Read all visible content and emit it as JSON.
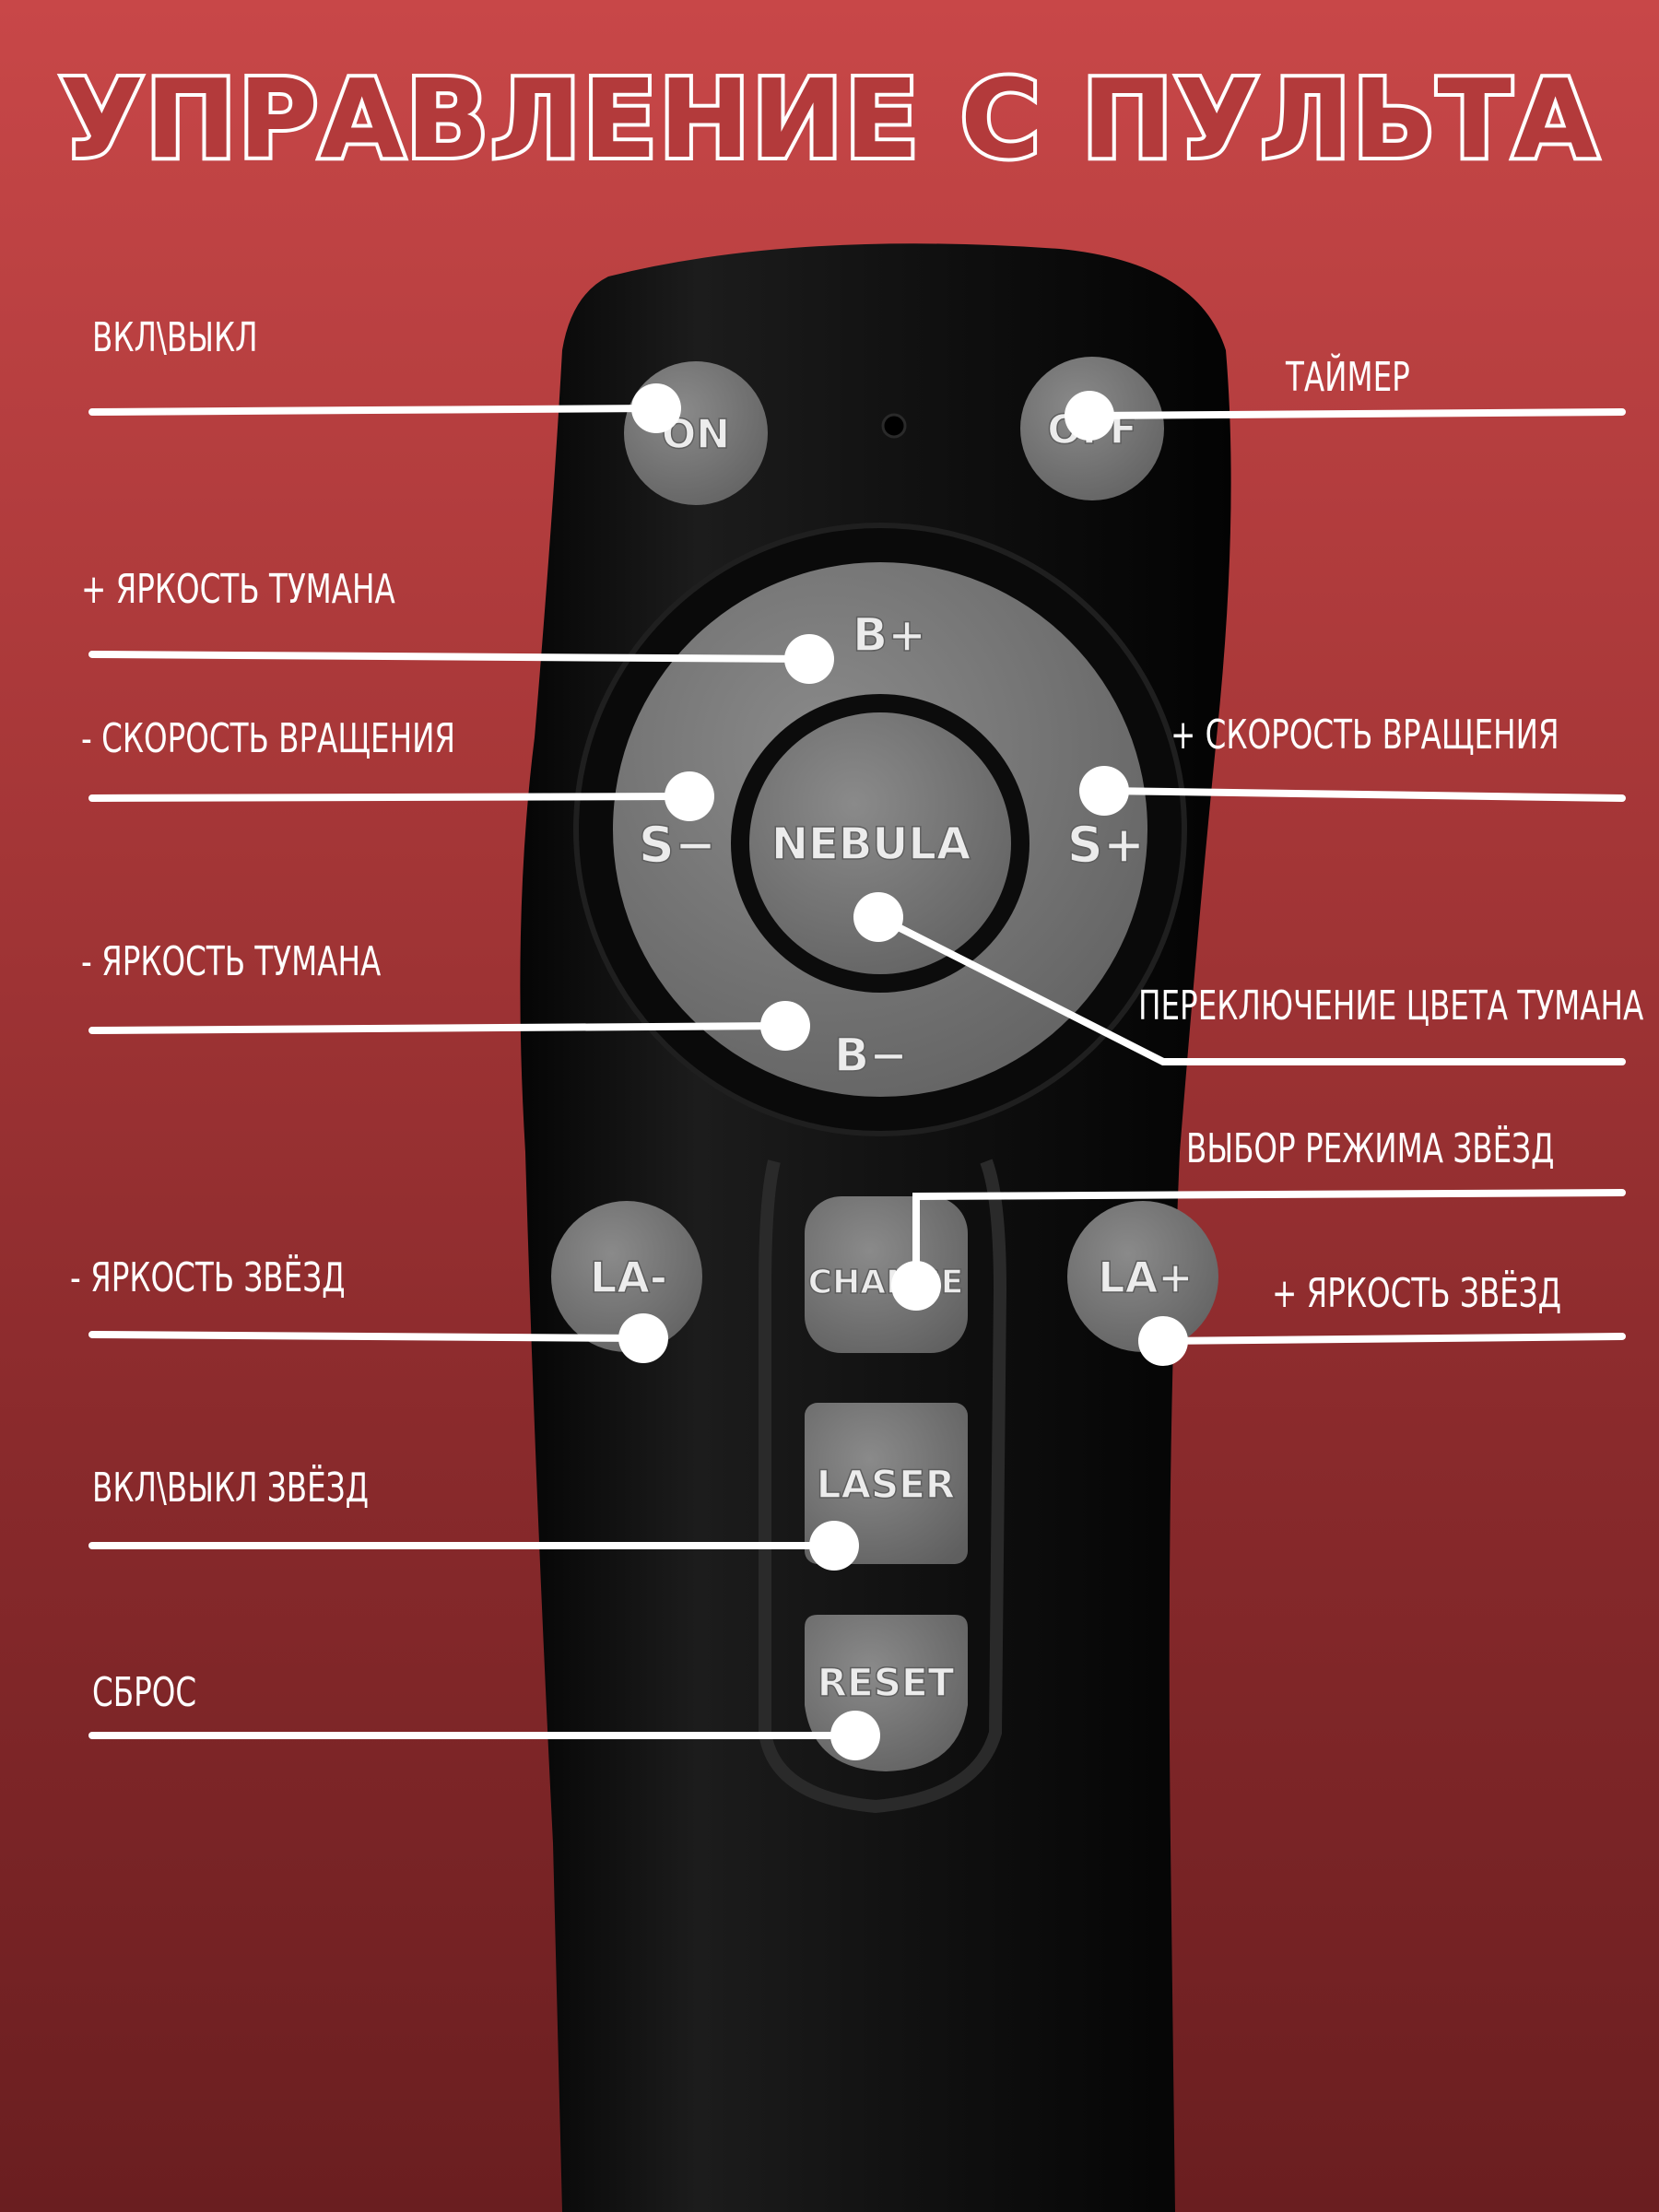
{
  "title": "УПРАВЛЕНИЕ С ПУЛЬТА",
  "remote": {
    "buttons": {
      "on": "ON",
      "off": "OFF",
      "b_plus": "B+",
      "b_minus": "B−",
      "s_minus": "S−",
      "s_plus": "S+",
      "nebula": "NEBULA",
      "la_minus": "LA-",
      "la_plus": "LA+",
      "change": "CHANGE",
      "laser": "LASER",
      "reset": "RESET"
    }
  },
  "labels": {
    "power": "ВКЛ\\ВЫКЛ",
    "timer": "ТАЙМЕР",
    "nebula_brightness_up": "+ ЯРКОСТЬ ТУМАНА",
    "rotation_speed_down": "- СКОРОСТЬ ВРАЩЕНИЯ",
    "rotation_speed_up": "+ СКОРОСТЬ ВРАЩЕНИЯ",
    "nebula_brightness_down": "- ЯРКОСТЬ ТУМАНА",
    "nebula_color_switch": "ПЕРЕКЛЮЧЕНИЕ ЦВЕТА ТУМАНА",
    "star_mode_select": "ВЫБОР РЕЖИМА ЗВЁЗД",
    "star_brightness_down": "- ЯРКОСТЬ ЗВЁЗД",
    "star_brightness_up": "+ ЯРКОСТЬ ЗВЁЗД",
    "stars_power": "ВКЛ\\ВЫКЛ ЗВЁЗД",
    "reset": "СБРОС"
  },
  "colors": {
    "background_top": "#c84748",
    "background_bottom": "#6a1e20",
    "remote_body": "#0d0d0d",
    "button_gray": "#7a7a7a",
    "label_white": "#ffffff"
  }
}
